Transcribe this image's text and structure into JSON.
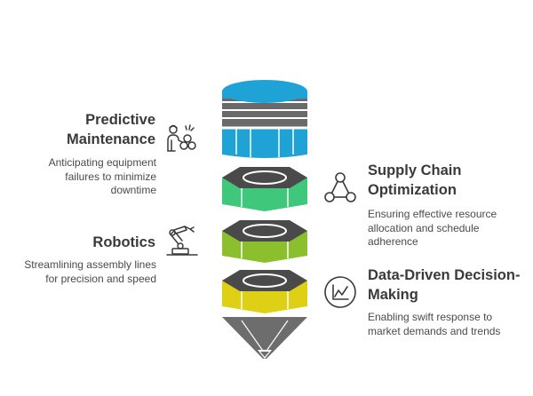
{
  "items": [
    {
      "id": "predictive",
      "title": "Predictive Maintenance",
      "description": "Anticipating equipment failures to minimize downtime",
      "icon": "technician-icon",
      "color": "#1fa2d6"
    },
    {
      "id": "supply-chain",
      "title": "Supply Chain Optimization",
      "description": "Ensuring effective resource allocation and schedule adherence",
      "icon": "network-nodes-icon",
      "color": "#3fc77c"
    },
    {
      "id": "robotics",
      "title": "Robotics",
      "description": "Streamlining assembly lines for precision and speed",
      "icon": "robot-arm-icon",
      "color": "#8cbf2d"
    },
    {
      "id": "data-driven",
      "title": "Data-Driven Decision-Making",
      "description": "Enabling swift response to market demands and trends",
      "icon": "chart-circle-icon",
      "color": "#ddd015"
    }
  ],
  "colors": {
    "band_gray": "#6a6a6a",
    "band_dark": "#4a4a4a",
    "cone": "#6d6d6d",
    "text": "#3a3a3a"
  }
}
